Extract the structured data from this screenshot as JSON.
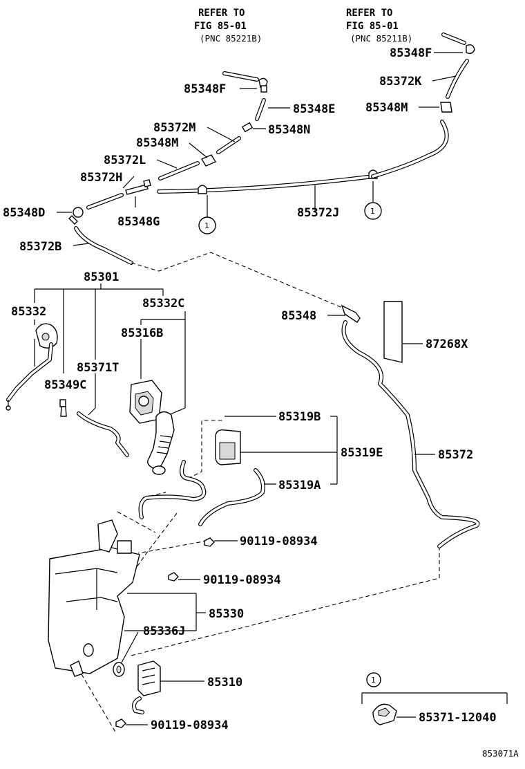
{
  "refs": [
    {
      "l1": "REFER TO",
      "l2": "FIG 85-01",
      "l3": "(PNC 85221B)"
    },
    {
      "l1": "REFER TO",
      "l2": "FIG 85-01",
      "l3": "(PNC 85211B)"
    }
  ],
  "labels": {
    "p85348F_a": "85348F",
    "p85348E": "85348E",
    "p85372M": "85372M",
    "p85348N": "85348N",
    "p85348M_a": "85348M",
    "p85372L": "85372L",
    "p85372H": "85372H",
    "p85348D": "85348D",
    "p85348G": "85348G",
    "p85372B": "85372B",
    "p85348F_b": "85348F",
    "p85372K": "85372K",
    "p85348M_b": "85348M",
    "p85372J": "85372J",
    "p85301": "85301",
    "p85332": "85332",
    "p85332C": "85332C",
    "p85316B": "85316B",
    "p85371T": "85371T",
    "p85349C": "85349C",
    "p85348": "85348",
    "p87268X": "87268X",
    "p85319B": "85319B",
    "p85319E": "85319E",
    "p85319A": "85319A",
    "p85372": "85372",
    "p90119_a": "90119-08934",
    "p90119_b": "90119-08934",
    "p85330": "85330",
    "p85336J": "85336J",
    "p85310": "85310",
    "p90119_c": "90119-08934",
    "p85371_12040": "85371-12040",
    "figure_code": "853071A"
  },
  "callout": "1"
}
